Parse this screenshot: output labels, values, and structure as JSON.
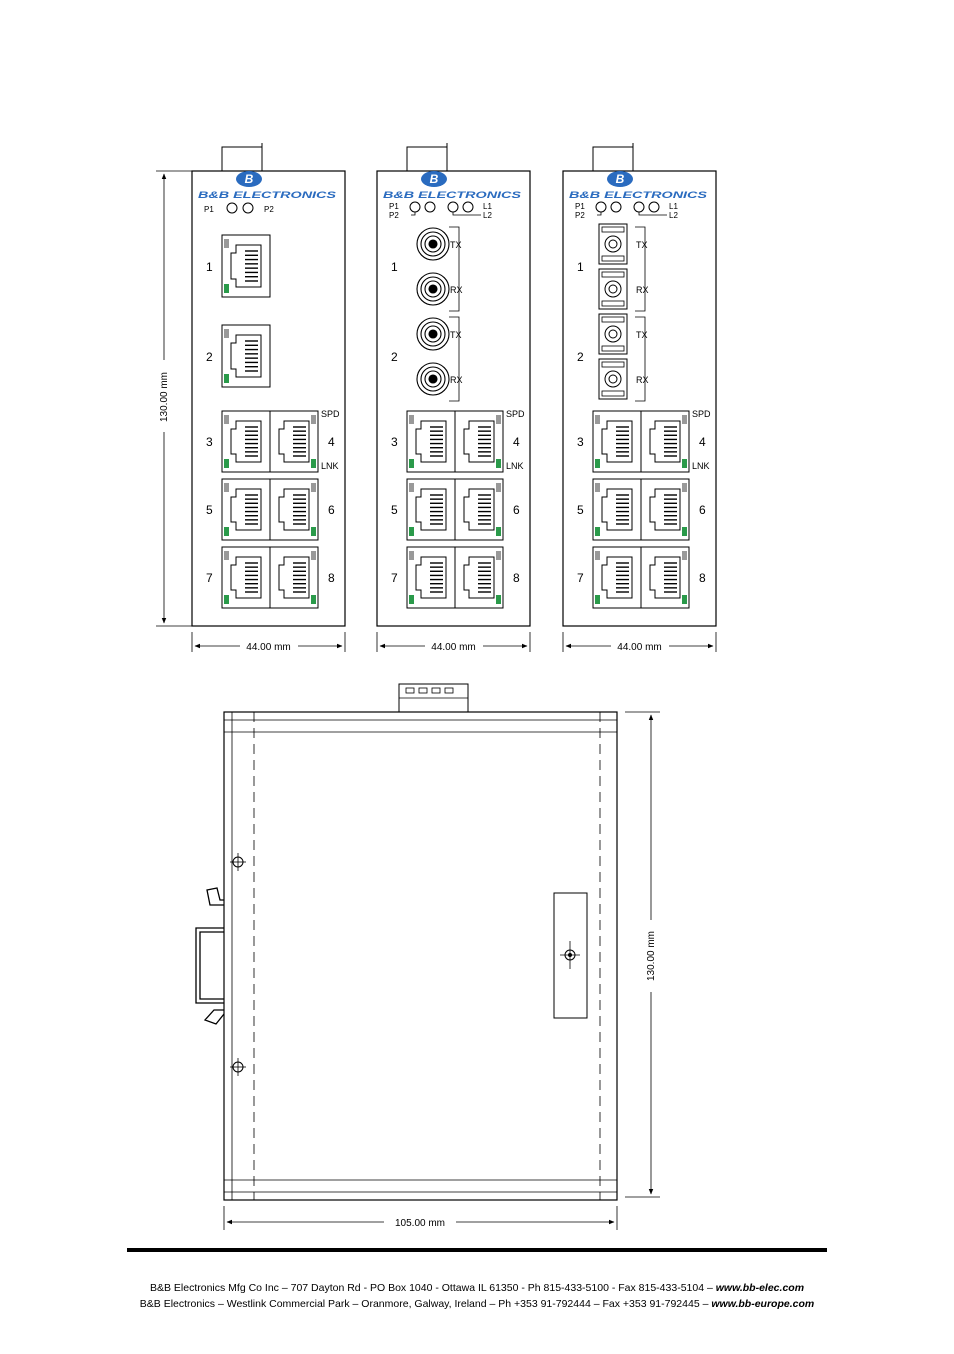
{
  "panels": [
    {
      "brand": "B&B ELECTRONICS",
      "logo_letter": "B",
      "led_labels": [
        "P1",
        "P2"
      ],
      "port_labels": [
        "1",
        "2"
      ],
      "fiber_labels": [],
      "rj45_labels": [
        "3",
        "4",
        "5",
        "6",
        "7",
        "8"
      ],
      "spd_label": "SPD",
      "lnk_label": "LNK",
      "width_dim": "44.00 mm"
    },
    {
      "brand": "B&B ELECTRONICS",
      "logo_letter": "B",
      "led_labels": [
        "P1",
        "P2",
        "L1",
        "L2"
      ],
      "port_labels": [
        "1",
        "2"
      ],
      "fiber_labels": [
        "TX",
        "RX",
        "TX",
        "RX"
      ],
      "rj45_labels": [
        "3",
        "4",
        "5",
        "6",
        "7",
        "8"
      ],
      "spd_label": "SPD",
      "lnk_label": "LNK",
      "width_dim": "44.00 mm"
    },
    {
      "brand": "B&B ELECTRONICS",
      "logo_letter": "B",
      "led_labels": [
        "P1",
        "P2",
        "L1",
        "L2"
      ],
      "port_labels": [
        "1",
        "2"
      ],
      "fiber_labels": [
        "TX",
        "RX",
        "TX",
        "RX"
      ],
      "rj45_labels": [
        "3",
        "4",
        "5",
        "6",
        "7",
        "8"
      ],
      "spd_label": "SPD",
      "lnk_label": "LNK",
      "width_dim": "44.00 mm"
    }
  ],
  "front_height_dim": "130.00 mm",
  "side_view": {
    "height_dim": "130.00 mm",
    "depth_dim": "105.00 mm"
  },
  "footer": {
    "line1_text": "B&B Electronics Mfg Co Inc – 707 Dayton Rd - PO Box 1040 - Ottawa IL 61350 - Ph 815-433-5100 - Fax 815-433-5104 – ",
    "line1_web": "www.bb-elec.com",
    "line2_text": "B&B Electronics – Westlink Commercial Park – Oranmore, Galway, Ireland – Ph +353 91-792444 – Fax +353 91-792445 – ",
    "line2_web": "www.bb-europe.com"
  },
  "colors": {
    "brand_blue": "#2a6bbf",
    "led_green": "#2a9a4a",
    "led_amber": "#999999",
    "line": "#000000"
  }
}
